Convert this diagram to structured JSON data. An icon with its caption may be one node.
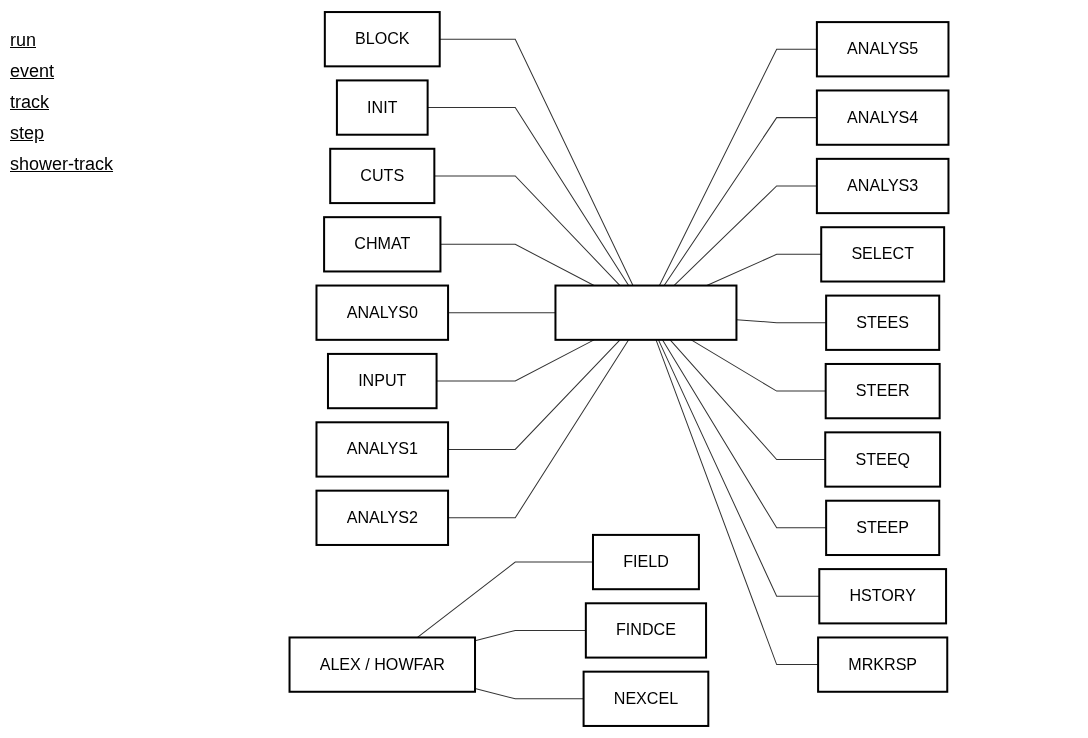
{
  "diagram": {
    "nodes": [
      {
        "text": [],
        "shape": "box"
      },
      {
        "text": [
          "BLOCK"
        ]
      },
      {
        "text": [
          "INIT"
        ]
      },
      {
        "text": [
          "CUTS"
        ]
      },
      {
        "text": [
          "CHMAT"
        ]
      },
      {
        "text": [
          "ANALYS0"
        ]
      },
      {
        "text": [
          "INPUT"
        ]
      },
      {
        "text": [
          "ANALYS1"
        ]
      },
      {
        "text": [
          "ANALYS2"
        ]
      },
      {
        "text": [
          "ANALYS5"
        ]
      },
      {
        "text": [
          "ANALYS4"
        ]
      },
      {
        "text": [
          "ANALYS3"
        ]
      },
      {
        "text": [
          "ALEX / HOWFAR"
        ]
      },
      {
        "text": [
          "SELECT"
        ]
      },
      {
        "text": [
          "FIELD"
        ]
      },
      {
        "text": [
          "FINDCE"
        ]
      },
      {
        "text": [
          "NEXCEL"
        ]
      },
      {
        "text": [
          "STEES"
        ]
      },
      {
        "text": [
          "STEER"
        ]
      },
      {
        "text": [
          "STEEQ"
        ]
      },
      {
        "text": [
          "STEEP"
        ]
      },
      {
        "text": [
          "HSTORY"
        ]
      },
      {
        "text": [
          "MRKRSP"
        ]
      }
    ],
    "edges": [
      {
        "from": 1,
        "to": 0,
        "arrow": "none"
      },
      {
        "from": 2,
        "to": 0,
        "arrow": "none"
      },
      {
        "from": 3,
        "to": 0,
        "arrow": "none"
      },
      {
        "from": 4,
        "to": 0,
        "arrow": "none"
      },
      {
        "from": 5,
        "to": 0,
        "arrow": "none"
      },
      {
        "from": 6,
        "to": 0,
        "arrow": "none"
      },
      {
        "from": 7,
        "to": 0,
        "arrow": "none"
      },
      {
        "from": 8,
        "to": 0,
        "arrow": "none"
      },
      {
        "from": 0,
        "to": 9,
        "arrow": "none"
      },
      {
        "from": 0,
        "to": 10,
        "arrow": "none"
      },
      {
        "from": 0,
        "to": 11,
        "arrow": "none"
      },
      {
        "from": 0,
        "to": 13,
        "arrow": "none"
      },
      {
        "from": 12,
        "to": 14,
        "arrow": "none"
      },
      {
        "from": 12,
        "to": 15,
        "arrow": "none"
      },
      {
        "from": 12,
        "to": 16,
        "arrow": "none"
      },
      {
        "from": 0,
        "to": 17,
        "arrow": "none"
      },
      {
        "from": 0,
        "to": 18,
        "arrow": "none"
      },
      {
        "from": 0,
        "to": 19,
        "arrow": "none"
      },
      {
        "from": 0,
        "to": 20,
        "arrow": "none"
      },
      {
        "from": 0,
        "to": 21,
        "arrow": "none"
      },
      {
        "from": 0,
        "to": 22,
        "arrow": "none"
      }
    ],
    "labels": [
      "run",
      "event",
      "track",
      "step",
      "shower-track"
    ]
  }
}
